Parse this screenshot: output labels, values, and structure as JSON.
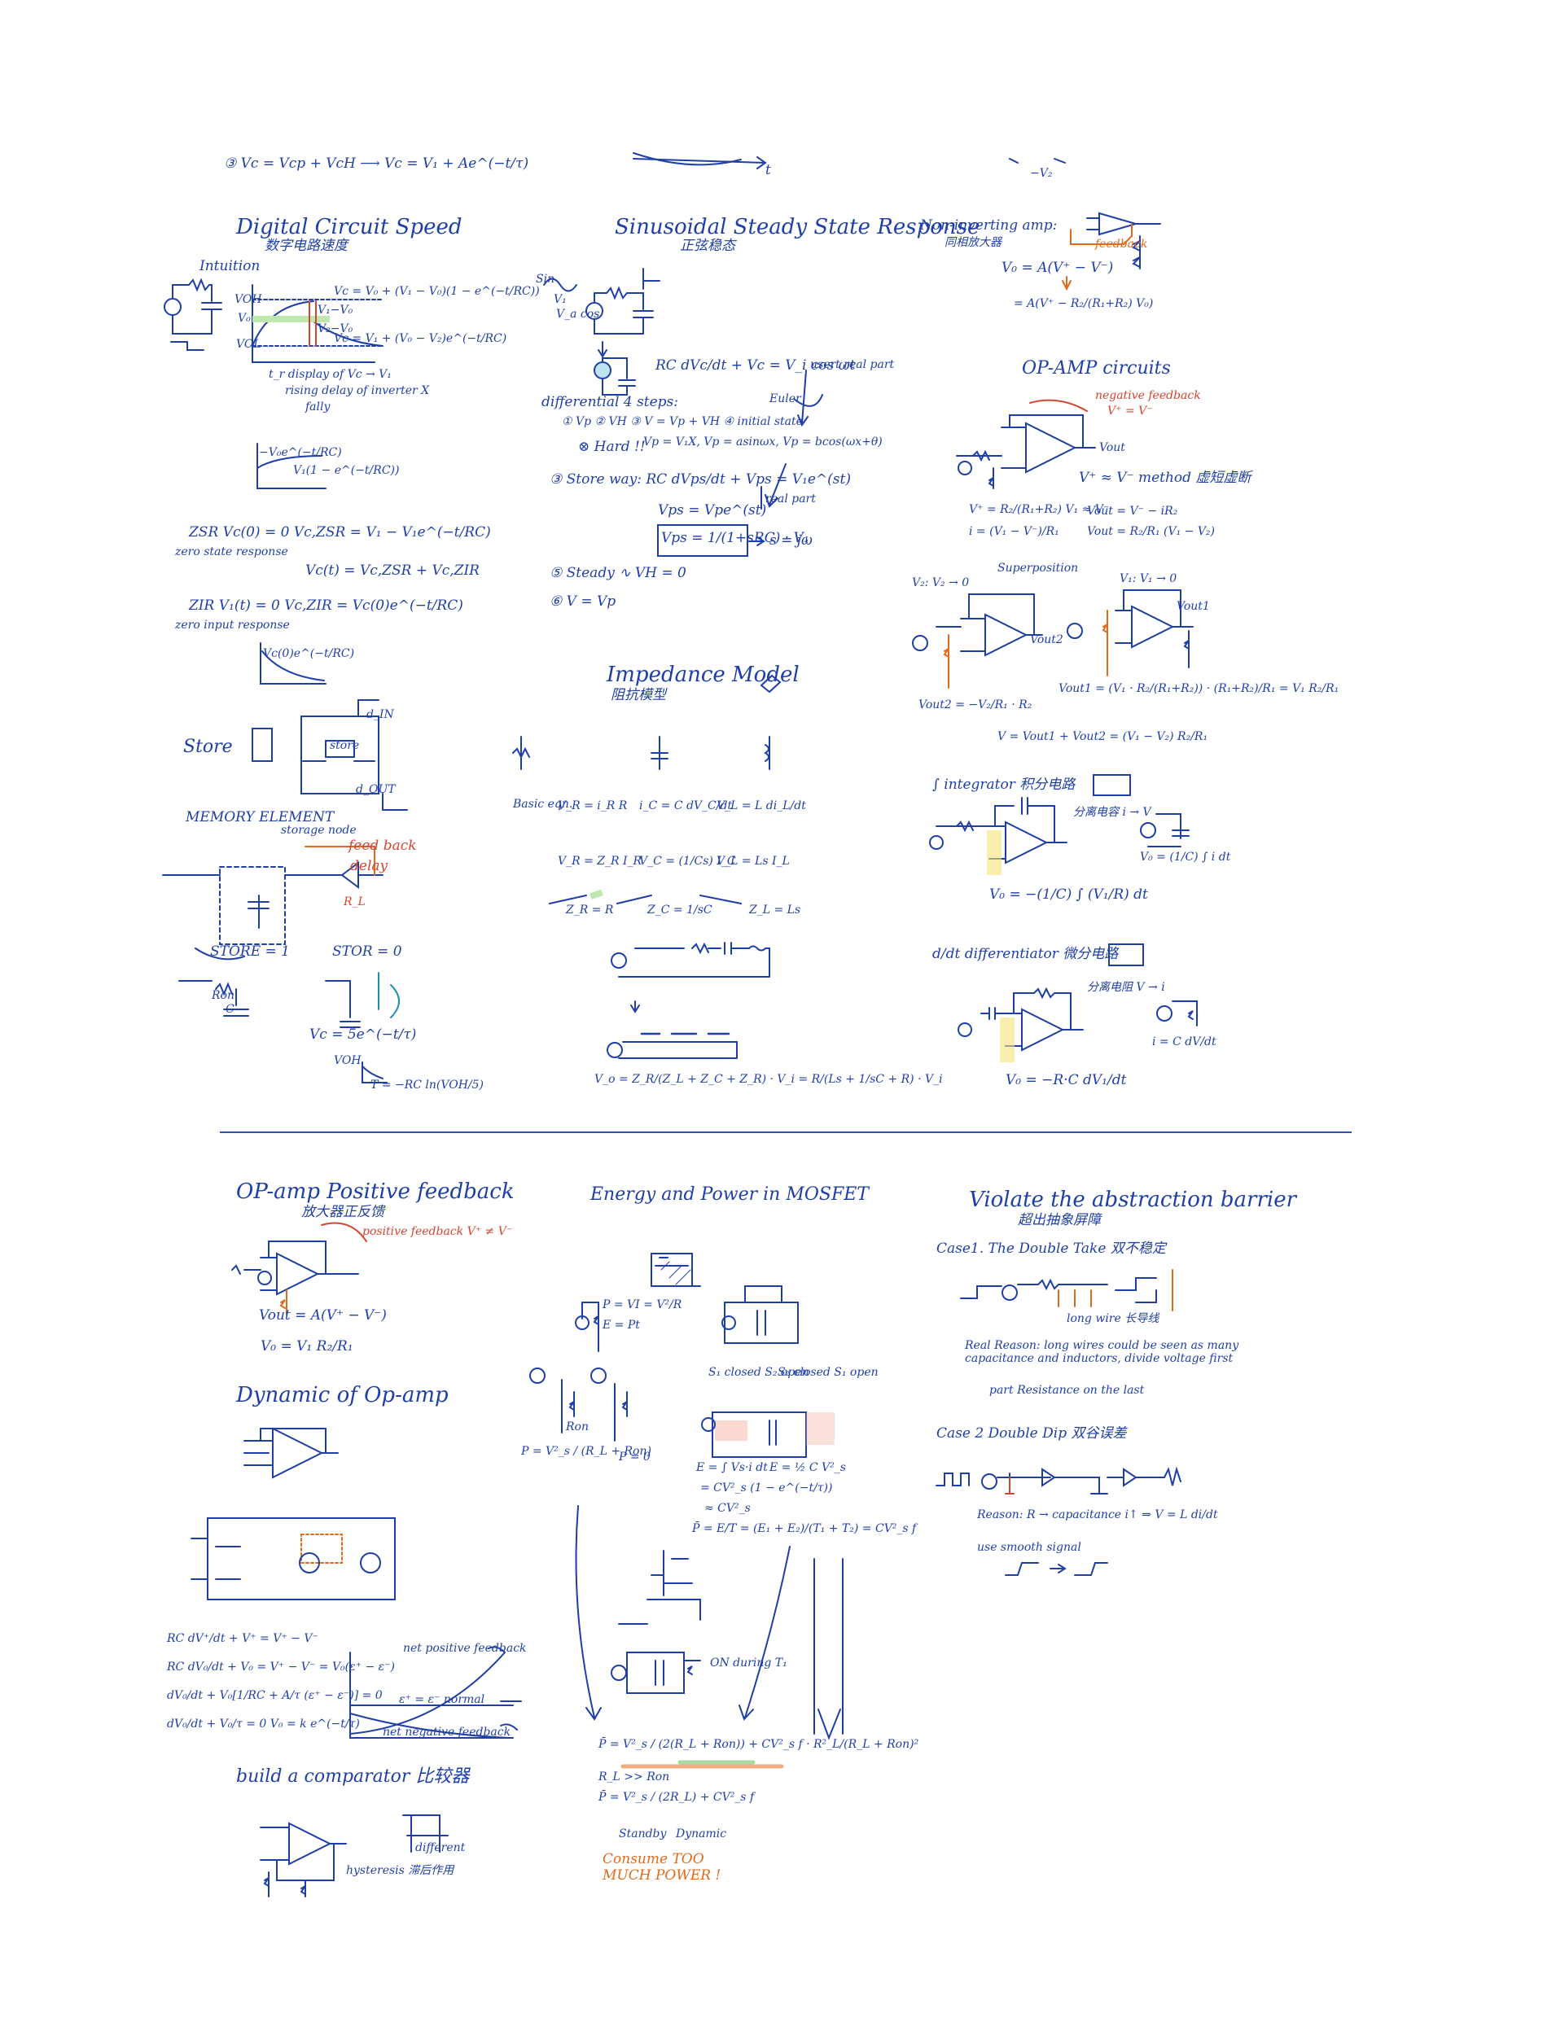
{
  "colors": {
    "ink": "#1f3fa8",
    "accent_orange": "#e06a1a",
    "accent_red": "#d4452f",
    "highlight_green": "#bfe8b0",
    "highlight_yellow": "#f7e27a"
  },
  "top": {
    "left_formula": "③ Vc = Vcp + VcH ⟶ Vc = V₁ + Ae^(−t/τ)",
    "middle_axis": "t",
    "right_fragment": "−V₂"
  },
  "col1": {
    "title": "Digital Circuit Speed",
    "title_cn": "数字电路速度",
    "intuition": "Intuition",
    "eq_charge": "Vc = V₀ + (V₁ − V₀)(1 − e^(−t/RC))",
    "eq_discharge": "Vc = V₁ + (V₀ − V₂)e^(−t/RC)",
    "label_voh": "VOH",
    "label_vol": "VOL",
    "label_v0": "V₀",
    "label_v1v0": "V₁−V₀",
    "label_v2v0": "V₂−V₀",
    "td_note": "t_r  display of Vc → V₁",
    "rising_note": "rising delay of inverter X",
    "falling_note": "fally",
    "exp_decay": "−V₀e^(−t/RC)",
    "exp_rise": "V₁(1 − e^(−t/RC))",
    "zsr": "ZSR   Vc(0) = 0    Vc,ZSR = V₁ − V₁e^(−t/RC)",
    "zsr_sub": "zero state response",
    "vct": "Vc(t) = Vc,ZSR + Vc,ZIR",
    "zir": "ZIR   V₁(t) = 0    Vc,ZIR = Vc(0)e^(−t/RC)",
    "zir_sub": "zero input response",
    "vc0": "Vc(0)e^(−t/RC)",
    "store": "Store",
    "din": "d_IN",
    "dout": "d_OUT",
    "store_box": "store",
    "memory_title": "MEMORY ELEMENT",
    "storage_node": "storage node",
    "feedback": "feed back",
    "delay": "delay",
    "rl": "R_L",
    "store_eq1": "STORE = 1",
    "store_eq0": "STOR = 0",
    "ron": "Ron",
    "c_label": "C",
    "vc_eq": "Vc = 5e^(−t/τ)",
    "voh": "VOH",
    "t_formula": "T = −RC ln(VOH/5)"
  },
  "col2": {
    "title": "Sinusoidal Steady State Response",
    "title_cn": "正弦稳态",
    "sin_label": "Sin",
    "vi": "V₁",
    "vacos": "V_a cos",
    "rc_eq": "RC dVc/dt + Vc = V_i cos ωt",
    "usert": "usert real part",
    "euler": "Euler",
    "steps": "differential 4 steps:",
    "step1": "① Vp  ② VH  ③ V = Vp + VH  ④ initial state",
    "hard": "⊗ Hard !!",
    "vp_list": "Vp = V₁X,  Vp = asinωx,  Vp = bcos(ωx+θ)",
    "store_way": "③ Store way:  RC dVps/dt + Vps = V₁e^(st)",
    "vps1": "Vps = Vpe^(st)",
    "vps2": "Vps = 1/(1+sRC) · V₁",
    "s_jw": "s = jω",
    "real_part": "real part",
    "steady": "⑤ Steady  ∿  VH = 0",
    "vp_final": "⑥ V = Vp",
    "impedance_title": "Impedance Model",
    "impedance_cn": "阻抗模型",
    "basic_eqn": "Basic eqn.",
    "vr": "V_R = i_R R",
    "ic": "i_C = C dV_C/dt",
    "vl": "V_L = L di_L/dt",
    "vr2": "V_R = Z_R I_R",
    "vc2": "V_C = (1/Cs) I_C",
    "vl2": "V_L = Ls I_L",
    "zr": "Z_R = R",
    "zc": "Z_C = 1/sC",
    "zl": "Z_L = Ls",
    "divider": "V_o = Z_R/(Z_L + Z_C + Z_R) · V_i = R/(Ls + 1/sC + R) · V_i"
  },
  "col3": {
    "noninv_title": "Non-inverting amp:",
    "noninv_cn": "同相放大器",
    "noninv_eq": "V₀ = A(V⁺ − V⁻)",
    "noninv_eq2": "= A(V⁺ − R₂/(R₁+R₂) V₀)",
    "feedback_label": "feedback",
    "opamp_title": "OP-AMP circuits",
    "neg_feedback": "negative feedback",
    "vp_vm": "V⁺ = V⁻",
    "vout": "Vout",
    "method": "V⁺ ≈ V⁻ method  虚短虚断",
    "vplus_eq": "V⁺ = R₂/(R₁+R₂) V₁ ≈ V⁻",
    "i_eq": "i = (V₁ − V⁻)/R₁",
    "vout_eq": "Vout = V⁻ − iR₂",
    "vout_eq2": "Vout = R₂/R₁ (V₁ − V₂)",
    "superposition": "Superposition",
    "v2_zero": "V₂: V₂ → 0",
    "v1_zero": "V₁: V₁ → 0",
    "vout1": "Vout1",
    "vout2": "Vout2",
    "vout2_eq": "Vout2 = −V₂/R₁ · R₂",
    "vout1_eq": "Vout1 = (V₁ · R₂/(R₁+R₂)) · (R₁+R₂)/R₁ = V₁ R₂/R₁",
    "v_total": "V = Vout1 + Vout2 = (V₁ − V₂) R₂/R₁",
    "integrator_title": "∫ integrator  积分电路",
    "integrator_note": "分离电容 i → V",
    "integrator_eq": "V₀ = −(1/C) ∫ (V₁/R) dt",
    "integrator_eq2": "V₀ = (1/C) ∫ i dt",
    "diff_title": "d/dt  differentiator  微分电路",
    "diff_note": "分离电阻 V → i",
    "diff_eq": "V₀ = −R·C dV₁/dt",
    "diff_eq2": "i = C dV/dt"
  },
  "bottom": {
    "posfb_title": "OP-amp  Positive feedback",
    "posfb_cn": "放大器正反馈",
    "posfb_note": "positive feedback  V⁺ ≠ V⁻",
    "vout_eq": "Vout = A(V⁺ − V⁻)",
    "vo_eq": "V₀ = V₁ R₂/R₁",
    "dynamic_title": "Dynamic of Op-amp",
    "rc_eq1": "RC dV⁺/dt + V⁺ = V⁺ − V⁻",
    "rc_eq2": "RC dV₀/dt + V₀ = V⁺ − V⁻ = V₀(ε⁺ − ε⁻)",
    "rc_eq3": "dV₀/dt + V₀[1/RC + A/τ (ε⁺ − ε⁻)] = 0",
    "rc_eq4": "dV₀/dt + V₀/τ = 0     V₀ = k e^(−t/τ)",
    "net_pos": "net positive feedback",
    "normal": "ε⁺ = ε⁻  normal",
    "net_neg": "net negative feedback",
    "comparator_title": "build a comparator  比较器",
    "hysteresis": "hysteresis  滞后作用",
    "different": "different",
    "energy_title": "Energy and Power in MOSFET",
    "p_eq": "P = VI = V²/R",
    "e_eq": "E = Pt",
    "s_closed": "S₁ closed  S₂ open",
    "s2_closed": "S₂ closed  S₁ open",
    "ron": "Ron",
    "p_on": "P = V²_s / (R_L + Ron)",
    "p_zero": "P = 0",
    "e_int": "E = ∫ Vs·i dt",
    "e_half": "E = ½ C V²_s",
    "cvs": "= CV²_s (1 − e^(−t/τ))",
    "cvs2": "≈ CV²_s",
    "p_avg": "P̄ = E/T = (E₁ + E₂)/(T₁ + T₂) = CV²_s f",
    "p_total": "P̄ = V²_s / (2(R_L + Ron)) + CV²_s f · R²_L/(R_L + Ron)²",
    "rl_ron": "R_L >> Ron",
    "p_simple": "P̄ = V²_s / (2R_L) + CV²_s f",
    "standby": "Standby",
    "dynamic": "Dynamic",
    "consume": "Consume TOO MUCH POWER !",
    "on_during": "ON during T₁",
    "violate_title": "Violate the abstraction barrier",
    "violate_cn": "超出抽象屏障",
    "case1": "Case1.  The Double Take  双不稳定",
    "long_wire": "long wire  长导线",
    "real_reason": "Real Reason: long wires could be seen as many capacitance and inductors, divide voltage first",
    "real_reason2": "part Resistance on the last",
    "case2": "Case 2  Double Dip  双谷误差",
    "reason2": "Reason: R → capacitance  i↑ ⇒ V = L di/dt",
    "use_smooth": "use smooth signal"
  }
}
